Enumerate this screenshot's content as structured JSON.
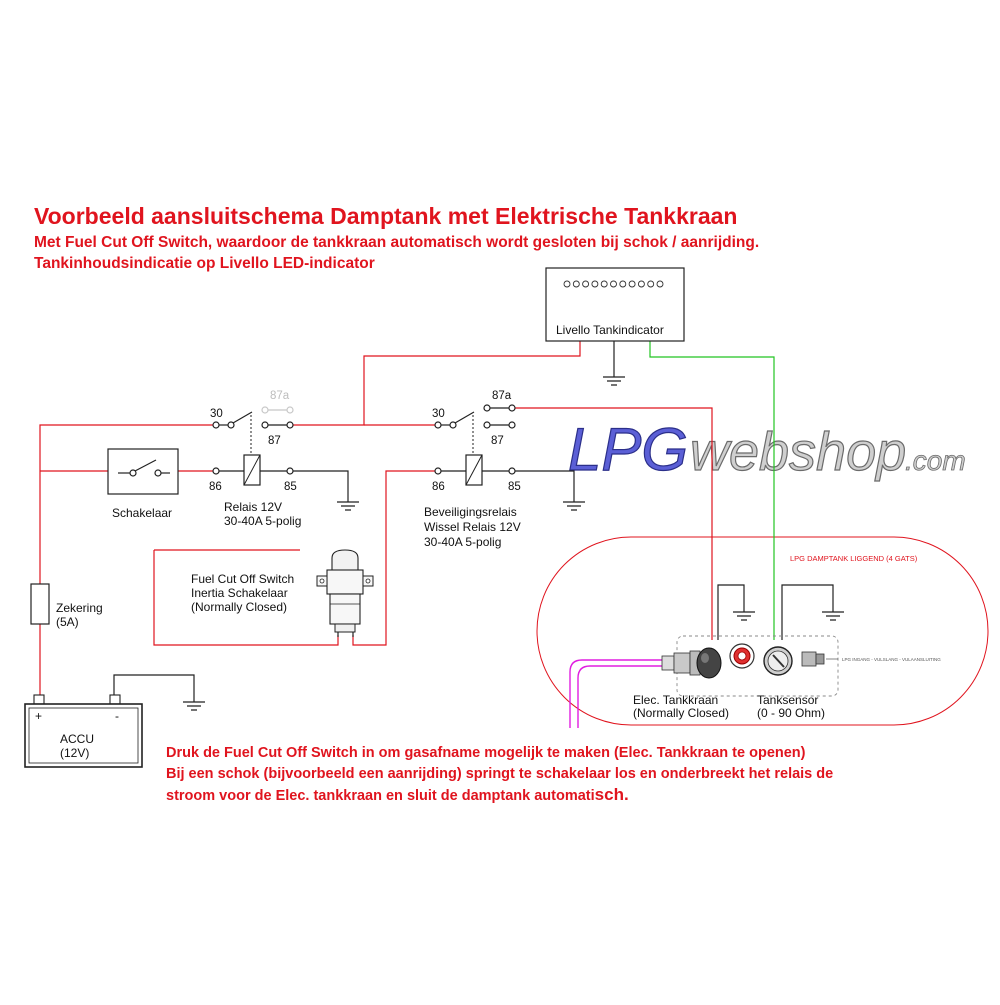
{
  "title": "Voorbeeld aansluitschema Damptank met Elektrische Tankkraan",
  "subtitle_1": "Met Fuel Cut Off Switch, waardoor de tankkraan automatisch wordt gesloten bij schok / aanrijding.",
  "subtitle_2": "Tankinhoudsindicatie op Livello LED-indicator",
  "watermark": {
    "part1": "LPG",
    "part2": "webshop",
    "part3": ".com"
  },
  "indicator": {
    "label": "Livello  Tankindicator",
    "led_count": 11
  },
  "relay1": {
    "pins": {
      "p30": "30",
      "p87a": "87a",
      "p87": "87",
      "p86": "86",
      "p85": "85"
    },
    "label_1": "Relais 12V",
    "label_2": "30-40A 5-polig"
  },
  "relay2": {
    "pins": {
      "p30": "30",
      "p87a": "87a",
      "p87": "87",
      "p86": "86",
      "p85": "85"
    },
    "label_1": "Beveiligingsrelais",
    "label_2": "Wissel Relais 12V",
    "label_3": "30-40A 5-polig"
  },
  "switch": {
    "label": "Schakelaar"
  },
  "fuel_cut": {
    "label_1": "Fuel Cut Off Switch",
    "label_2": "Inertia Schakelaar",
    "label_3": "(Normally Closed)"
  },
  "fuse": {
    "label_1": "Zekering",
    "label_2": "(5A)"
  },
  "battery": {
    "plus": "+",
    "minus": "-",
    "label_1": "ACCU",
    "label_2": "(12V)"
  },
  "tank": {
    "label": "LPG DAMPTANK LIGGEND (4 GATS)",
    "side_text": "LPG INGANG - VULSLANG - VULAANSLUITING",
    "valve_1": "Elec. Tankkraan",
    "valve_2": "(Normally Closed)",
    "sensor_1": "Tanksensor",
    "sensor_2": "(0 - 90 Ohm)"
  },
  "notes": {
    "line_1": "Druk de Fuel Cut Off Switch in om gasafname mogelijk te maken (Elec. Tankkraan te openen)",
    "line_2": "Bij een schok (bijvoorbeeld een aanrijding) springt te schakelaar los en onderbreekt het relais de",
    "line_3a": "stroom voor de Elec. tankkraan en sluit de damptank automati",
    "line_3b": "sch."
  },
  "colors": {
    "wire_red": "#e0141e",
    "wire_green": "#22c422",
    "wire_black": "#222222",
    "wire_pink": "#e01ee0",
    "watermark_blue": "#5b5fd6"
  }
}
